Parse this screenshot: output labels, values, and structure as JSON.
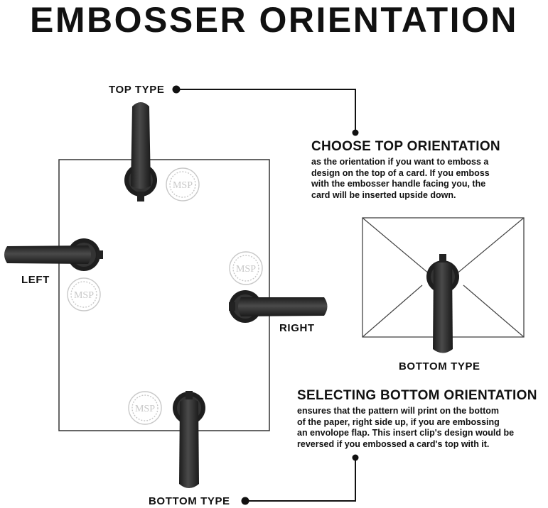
{
  "title": "EMBOSSER ORIENTATION",
  "labels": {
    "top_type": "TOP TYPE",
    "left": "LEFT",
    "right": "RIGHT",
    "bottom_type_envelope": "BOTTOM TYPE",
    "bottom_type": "BOTTOM TYPE"
  },
  "top_section": {
    "heading": "CHOOSE TOP ORIENTATION",
    "lines": [
      "as the orientation if you want to emboss a",
      "design on the top of a card. If you emboss",
      "with the embosser handle facing you, the",
      "card will be inserted upside down."
    ]
  },
  "bottom_section": {
    "heading": "SELECTING BOTTOM ORIENTATION",
    "lines": [
      "ensures that the pattern will print on the bottom",
      "of the paper, right side up, if you are embossing",
      "an envolope flap. This insert clip's design would be",
      "reversed if you embossed a card's top with it."
    ]
  },
  "seal_monogram": "MSP",
  "colors": {
    "ink": "#111111",
    "embosser": "#2b2b2b",
    "seal": "#c8c8c8"
  }
}
